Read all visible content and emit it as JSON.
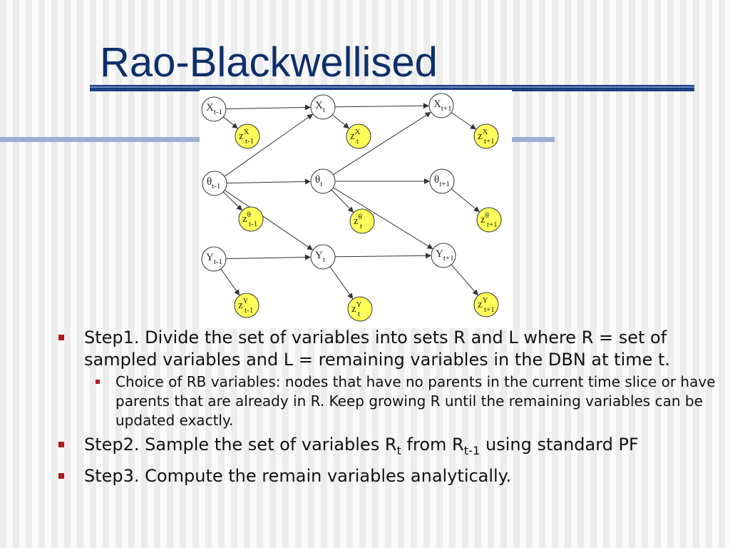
{
  "slide": {
    "title": "Rao-Blackwellised"
  },
  "diagram": {
    "nodes": [
      {
        "name": "x-t-minus-1",
        "type": "hidden",
        "pre": "",
        "label": "X",
        "sup": "",
        "sub": "t-1"
      },
      {
        "name": "x-t",
        "type": "hidden",
        "pre": "",
        "label": "X",
        "sup": "",
        "sub": "t"
      },
      {
        "name": "x-t-plus-1",
        "type": "hidden",
        "pre": "",
        "label": "X",
        "sup": "",
        "sub": "t+1"
      },
      {
        "name": "zx-t-minus-1",
        "type": "observed",
        "pre": "z",
        "label": "",
        "sup": "X",
        "sub": "t-1"
      },
      {
        "name": "zx-t",
        "type": "observed",
        "pre": "z",
        "label": "",
        "sup": "X",
        "sub": "t"
      },
      {
        "name": "zx-t-plus-1",
        "type": "observed",
        "pre": "z",
        "label": "",
        "sup": "X",
        "sub": "t+1"
      },
      {
        "name": "theta-t-minus-1",
        "type": "hidden",
        "pre": "",
        "label": "θ",
        "sup": "",
        "sub": "t-1"
      },
      {
        "name": "theta-t",
        "type": "hidden",
        "pre": "",
        "label": "θ",
        "sup": "",
        "sub": "t"
      },
      {
        "name": "theta-t-plus-1",
        "type": "hidden",
        "pre": "",
        "label": "θ",
        "sup": "",
        "sub": "t+1"
      },
      {
        "name": "ztheta-t-minus-1",
        "type": "observed",
        "pre": "z",
        "label": "",
        "sup": "θ",
        "sub": "t-1"
      },
      {
        "name": "ztheta-t",
        "type": "observed",
        "pre": "z",
        "label": "",
        "sup": "θ",
        "sub": "t"
      },
      {
        "name": "ztheta-t-plus-1",
        "type": "observed",
        "pre": "z",
        "label": "",
        "sup": "θ",
        "sub": "t+1"
      },
      {
        "name": "y-t-minus-1",
        "type": "hidden",
        "pre": "",
        "label": "Y",
        "sup": "",
        "sub": "t-1"
      },
      {
        "name": "y-t",
        "type": "hidden",
        "pre": "",
        "label": "Y",
        "sup": "",
        "sub": "t"
      },
      {
        "name": "y-t-plus-1",
        "type": "hidden",
        "pre": "",
        "label": "Y",
        "sup": "",
        "sub": "t+1"
      },
      {
        "name": "zy-t-minus-1",
        "type": "observed",
        "pre": "z",
        "label": "",
        "sup": "Y",
        "sub": "t-1"
      },
      {
        "name": "zy-t",
        "type": "observed",
        "pre": "z",
        "label": "",
        "sup": "Y",
        "sub": "t"
      },
      {
        "name": "zy-t-plus-1",
        "type": "observed",
        "pre": "z",
        "label": "",
        "sup": "Y",
        "sub": "t+1"
      }
    ],
    "edges": [
      [
        "x-t-minus-1",
        "x-t"
      ],
      [
        "x-t",
        "x-t-plus-1"
      ],
      [
        "theta-t-minus-1",
        "theta-t"
      ],
      [
        "theta-t",
        "theta-t-plus-1"
      ],
      [
        "y-t-minus-1",
        "y-t"
      ],
      [
        "y-t",
        "y-t-plus-1"
      ],
      [
        "x-t-minus-1",
        "zx-t-minus-1"
      ],
      [
        "x-t",
        "zx-t"
      ],
      [
        "x-t-plus-1",
        "zx-t-plus-1"
      ],
      [
        "theta-t-minus-1",
        "ztheta-t-minus-1"
      ],
      [
        "theta-t",
        "ztheta-t"
      ],
      [
        "theta-t-plus-1",
        "ztheta-t-plus-1"
      ],
      [
        "y-t-minus-1",
        "zy-t-minus-1"
      ],
      [
        "y-t",
        "zy-t"
      ],
      [
        "y-t-plus-1",
        "zy-t-plus-1"
      ],
      [
        "theta-t-minus-1",
        "x-t"
      ],
      [
        "theta-t-minus-1",
        "y-t"
      ],
      [
        "theta-t",
        "x-t-plus-1"
      ],
      [
        "theta-t",
        "y-t-plus-1"
      ]
    ]
  },
  "bullets": {
    "step1": "Step1. Divide the set of variables into sets R and L where R = set of sampled variables and L = remaining variables in the DBN at time t.",
    "step1_sub": "Choice of RB variables: nodes that have no parents in the current time slice or have parents that are already in R. Keep growing R until the remaining variables can be updated exactly.",
    "step2_pre": "Step2. Sample the set of variables R",
    "step2_sub1": "t",
    "step2_mid": " from R",
    "step2_sub2": "t-1",
    "step2_post": " using standard PF",
    "step3": "Step3. Compute the remain variables analytically."
  },
  "colors": {
    "title": "#0d2f6b",
    "rule": "#1b3f7f",
    "bullet": "#b01c1c",
    "observed_fill": "#ffff5a"
  }
}
